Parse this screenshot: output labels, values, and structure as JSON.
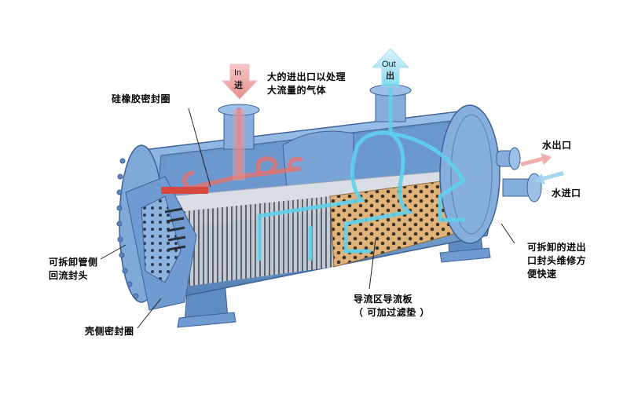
{
  "diagram": {
    "subject": "Shell-and-tube heat exchanger cutaway",
    "colors": {
      "shell": "#7fa9d8",
      "shell_dark": "#4f7fb8",
      "shell_light": "#a9c8ea",
      "hot_flow": "#e8706a",
      "cold_flow": "#5fd0ec",
      "baffle_plate": "#e0b27a",
      "tubes": "#6e7480"
    },
    "flow_arrows": {
      "inlet": {
        "en": "In",
        "cn": "进"
      },
      "outlet": {
        "en": "Out",
        "cn": "出"
      }
    },
    "labels": {
      "large_inlet_line1": "大的进出口以处理",
      "large_inlet_line2": "大流量的气体",
      "silicone_seal": "硅橡胶密封圈",
      "water_outlet": "水出口",
      "water_inlet": "水进口",
      "removable_end_line1": "可拆卸的进出",
      "removable_end_line2": "口封头维修方",
      "removable_end_line3": "便快速",
      "tube_side_head_line1": "可拆卸管侧",
      "tube_side_head_line2": "回流封头",
      "baffle_line1": "导流区导流板",
      "baffle_line2": "（ 可加过滤垫 ）",
      "shell_seal": "壳侧密封圈"
    }
  }
}
